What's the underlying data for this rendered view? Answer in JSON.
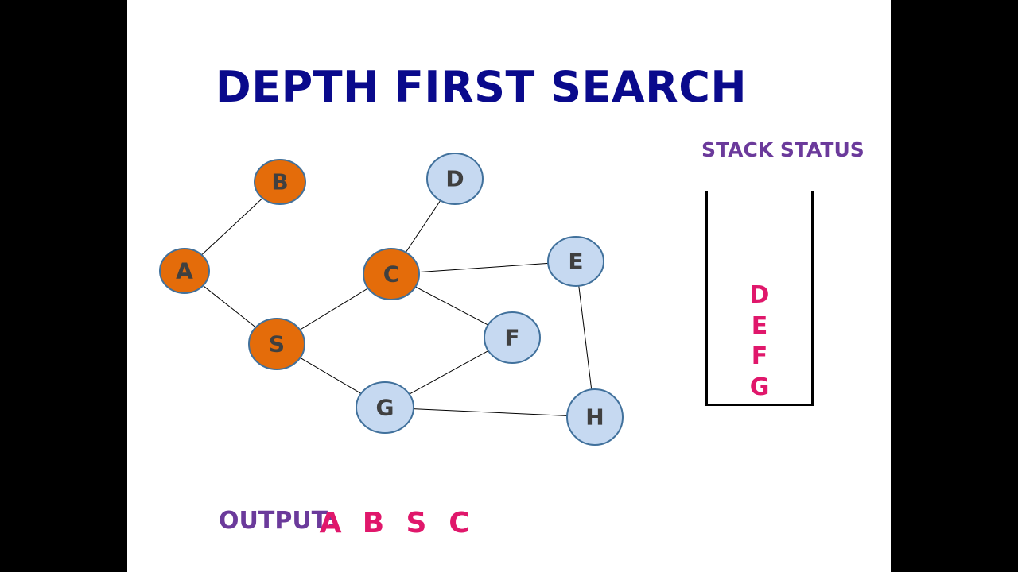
{
  "title": "DEPTH FIRST SEARCH",
  "colors": {
    "visited_fill": "#e46c0a",
    "unvisited_fill": "#c6d9f1",
    "node_stroke": "#41719c",
    "title": "#0a0a8c",
    "label_purple": "#6b3a9b",
    "value_pink": "#e0176b"
  },
  "graph": {
    "nodes": [
      {
        "id": "A",
        "label": "A",
        "visited": true
      },
      {
        "id": "B",
        "label": "B",
        "visited": true
      },
      {
        "id": "S",
        "label": "S",
        "visited": true
      },
      {
        "id": "C",
        "label": "C",
        "visited": true
      },
      {
        "id": "D",
        "label": "D",
        "visited": false
      },
      {
        "id": "E",
        "label": "E",
        "visited": false
      },
      {
        "id": "F",
        "label": "F",
        "visited": false
      },
      {
        "id": "G",
        "label": "G",
        "visited": false
      },
      {
        "id": "H",
        "label": "H",
        "visited": false
      }
    ],
    "edges": [
      [
        "A",
        "B"
      ],
      [
        "A",
        "S"
      ],
      [
        "S",
        "C"
      ],
      [
        "S",
        "G"
      ],
      [
        "C",
        "D"
      ],
      [
        "C",
        "E"
      ],
      [
        "C",
        "F"
      ],
      [
        "G",
        "F"
      ],
      [
        "G",
        "H"
      ],
      [
        "E",
        "H"
      ]
    ]
  },
  "stack": {
    "title": "STACK STATUS",
    "items": [
      "D",
      "E",
      "F",
      "G"
    ]
  },
  "output": {
    "label": "OUTPUT:",
    "items": [
      "A",
      "B",
      "S",
      "C"
    ]
  }
}
